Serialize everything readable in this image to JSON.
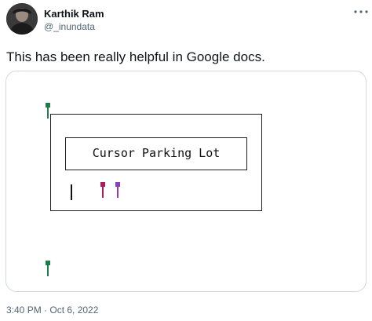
{
  "tweet": {
    "author": {
      "display_name": "Karthik Ram",
      "handle": "@_inundata",
      "avatar_icon": "profile-photo"
    },
    "more_icon": "more-horizontal-icon",
    "text": "This has been really helpful in Google docs.",
    "timestamp": "3:40 PM · Oct 6, 2022"
  },
  "media": {
    "box_label": "Cursor Parking Lot",
    "cursors": [
      {
        "name": "green-cursor-top",
        "color": "#1e7b4a"
      },
      {
        "name": "magenta-cursor",
        "color": "#b0185f"
      },
      {
        "name": "purple-cursor",
        "color": "#8b3dbd"
      },
      {
        "name": "green-cursor-bottom",
        "color": "#1e7b4a"
      }
    ],
    "text_caret_color": "#111111",
    "border_color": "#1f1f1f"
  },
  "colors": {
    "text_primary": "#0f1419",
    "text_secondary": "#536471",
    "card_border": "#cfd9de"
  }
}
